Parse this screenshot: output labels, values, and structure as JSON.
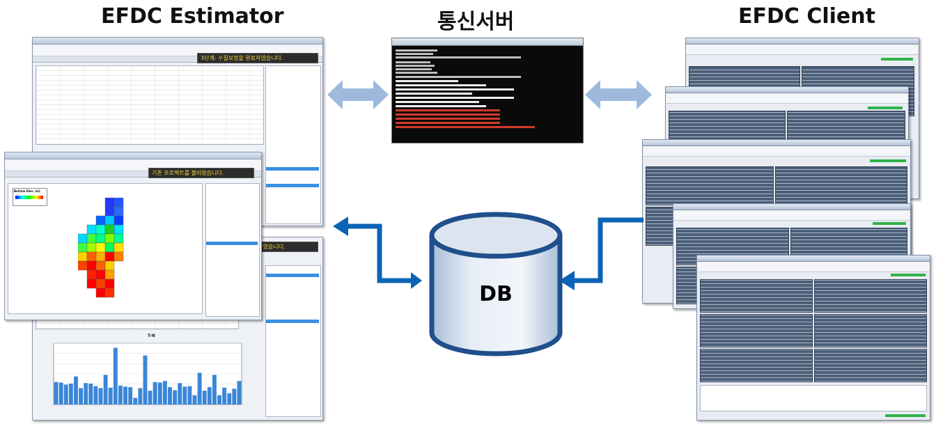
{
  "headings": {
    "estimator": "EFDC Estimator",
    "server": "통신서버",
    "client": "EFDC Client"
  },
  "db": {
    "label": "DB"
  },
  "estimator_windows": {
    "status_message_back": "3단계: 수질보정을 완료하였습니다.",
    "status_message_front": "기존 프로젝트를 불러왔습니다.",
    "status_message_bottom": "하였습니다.",
    "plot_title_tp": "T-P",
    "plot_title_tn": "T-N",
    "map_legend_title": "Bottom Elev. (m)"
  },
  "colors": {
    "arrow_light": "#9fb9dc",
    "arrow_dark": "#0b63b5",
    "db_body": "#c9d6e6",
    "db_outline": "#1f4f8c",
    "bar_blue": "#3a86d8",
    "status_text": "#f5d33a"
  },
  "tn_chart": {
    "values": [
      0.44,
      0.43,
      0.39,
      0.41,
      0.55,
      0.32,
      0.42,
      0.41,
      0.36,
      0.32,
      0.58,
      0.33,
      1.11,
      0.37,
      0.35,
      0.34,
      0.13,
      0.32,
      0.96,
      0.27,
      0.44,
      0.43,
      0.46,
      0.34,
      0.28,
      0.42,
      0.35,
      0.36,
      0.18,
      0.62,
      0.27,
      0.34,
      0.58,
      0.18,
      0.33,
      0.22,
      0.31,
      0.46
    ],
    "ylim": [
      0,
      1.2
    ]
  }
}
